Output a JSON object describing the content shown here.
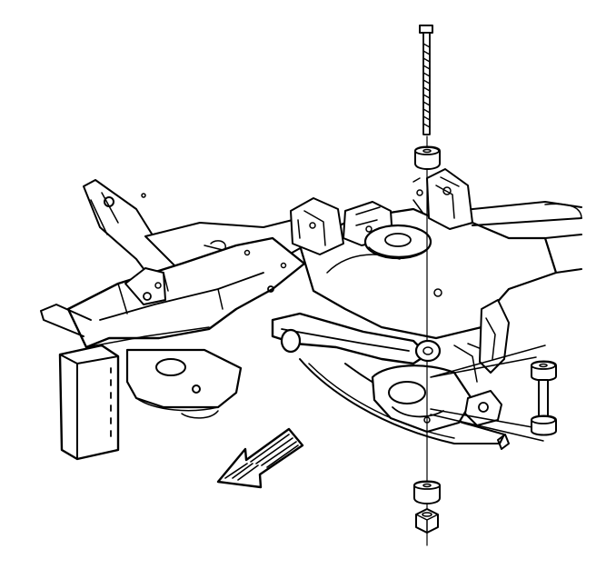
{
  "diagram": {
    "style": "black-line-illustration",
    "colors": {
      "ink": "#000000",
      "paper": "#ffffff"
    },
    "components": [
      {
        "id": "frame-crossmember",
        "icon": "frame-crossmember"
      },
      {
        "id": "lower-control-arm",
        "icon": "control-arm"
      },
      {
        "id": "coil-spring-seat",
        "icon": "spring-seat"
      },
      {
        "id": "stabilizer-link-bolt",
        "icon": "bolt"
      },
      {
        "id": "upper-bushing",
        "icon": "bushing"
      },
      {
        "id": "lower-bushing",
        "icon": "bushing"
      },
      {
        "id": "retaining-nut",
        "icon": "hex-nut"
      },
      {
        "id": "spacer-sleeve-assembly",
        "icon": "spacer"
      },
      {
        "id": "vehicle-front-arrow",
        "icon": "direction-arrow"
      }
    ]
  }
}
